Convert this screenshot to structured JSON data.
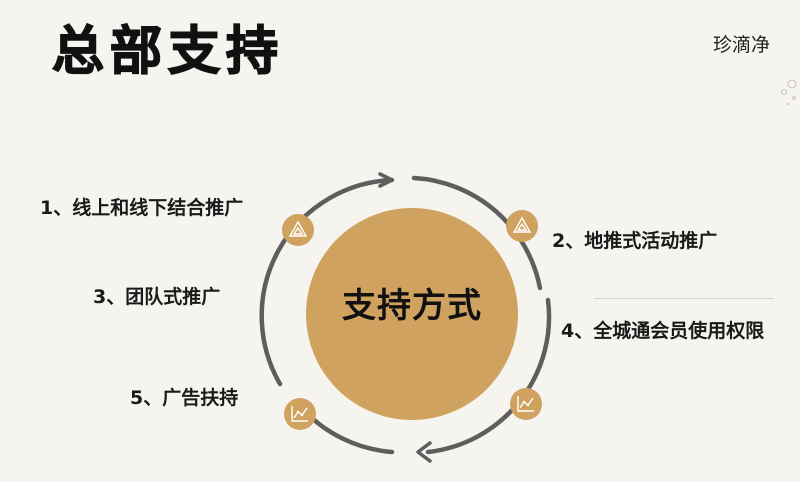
{
  "slide": {
    "title": "总部支持",
    "brand": "珍滴净"
  },
  "diagram": {
    "center_label": "支持方式",
    "items": [
      {
        "num": "1",
        "sep": "、",
        "label": "线上和线下结合推广"
      },
      {
        "num": "2",
        "sep": "、",
        "label": "地推式活动推广"
      },
      {
        "num": "3",
        "sep": "、",
        "label": "团队式推广"
      },
      {
        "num": "4",
        "sep": "、",
        "label": "全城通会员使用权限"
      },
      {
        "num": "5",
        "sep": "、",
        "label": "广告扶持"
      }
    ],
    "icons": [
      "triangle-icon",
      "triangle-icon",
      "line-chart-icon",
      "line-chart-icon"
    ],
    "colors": {
      "circle_fill": "#cfa35f",
      "ring_stroke": "#5e5e5e",
      "icon_badge": "#cfa35f",
      "background": "#f6f4ef"
    }
  }
}
